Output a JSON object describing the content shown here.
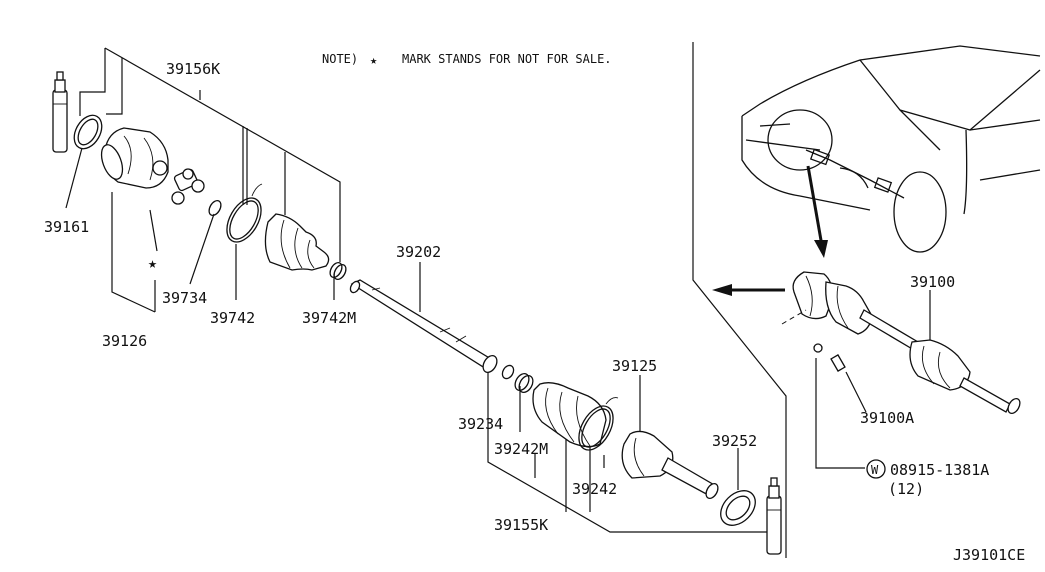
{
  "note": {
    "prefix": "NOTE)",
    "star": "★",
    "text": "MARK STANDS FOR NOT FOR SALE."
  },
  "labels": {
    "p39156K": "39156K",
    "p39161": "39161",
    "p39126": "39126",
    "p39734": "39734",
    "p39742": "39742",
    "p39742M": "39742M",
    "p39202": "39202",
    "p39234": "39234",
    "p39242M": "39242M",
    "p39242": "39242",
    "p39155K": "39155K",
    "p39125": "39125",
    "p39252": "39252",
    "p39100": "39100",
    "p39100A": "39100A",
    "p08915": "08915-1381A",
    "p08915_qty": "(12)",
    "washer_symbol": "W"
  },
  "star_mark": "★",
  "diagram_code": "J39101CE"
}
